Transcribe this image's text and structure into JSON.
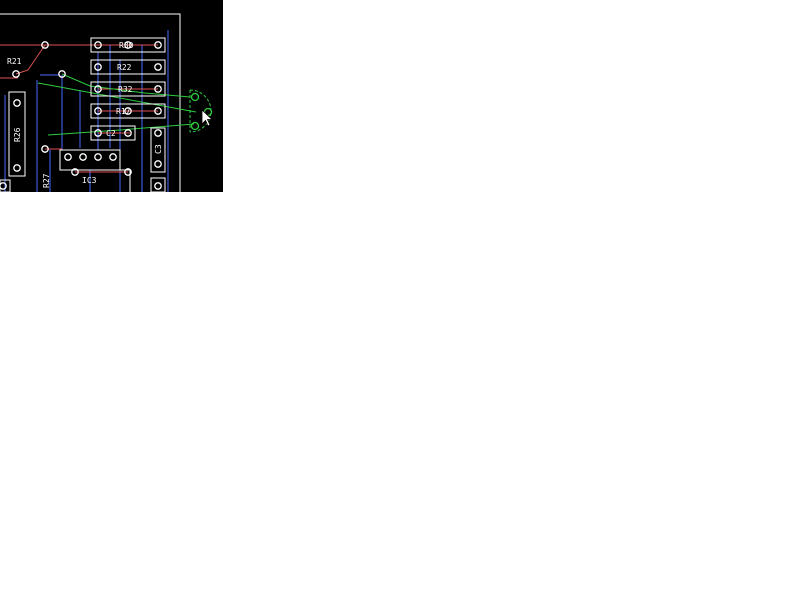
{
  "colors": {
    "background": "#000000",
    "canvas": "#ffffff",
    "silkscreen": "#ffffff",
    "top_trace": "#e05050",
    "bottom_trace": "#4a6cff",
    "ratsnest": "#2ecc40",
    "selected": "#2ecc40",
    "pad": "#ffffff"
  },
  "components": {
    "r30": "R30",
    "r22": "R22",
    "r32": "R32",
    "r17": "R17",
    "c2": "C2",
    "c3": "C3",
    "r21": "R21",
    "r26": "R26",
    "r27": "R27",
    "ic3": "IC3"
  },
  "cursor_icon": "arrow-pointer-icon"
}
